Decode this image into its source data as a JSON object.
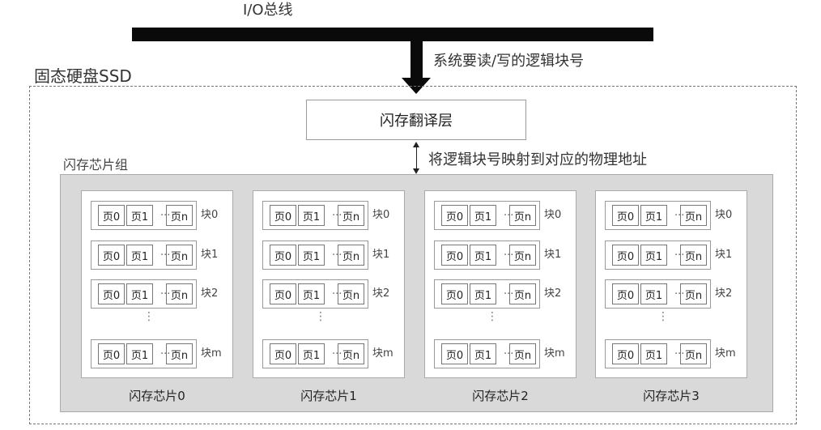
{
  "bus": {
    "label": "I/O总线"
  },
  "request": {
    "label": "系统要读/写的逻辑块号"
  },
  "ssd": {
    "title": "固态硬盘SSD"
  },
  "ftl": {
    "label": "闪存翻译层"
  },
  "mapping": {
    "label": "将逻辑块号映射到对应的物理地址"
  },
  "group": {
    "title": "闪存芯片组"
  },
  "page_labels": {
    "p0": "页0",
    "p1": "页1",
    "ellipsis": "...",
    "pn": "页n"
  },
  "block_labels": [
    "块0",
    "块1",
    "块2",
    "块m"
  ],
  "vertical_ellipsis": "⋮",
  "chips": [
    {
      "label": "闪存芯片0"
    },
    {
      "label": "闪存芯片1"
    },
    {
      "label": "闪存芯片2"
    },
    {
      "label": "闪存芯片3"
    }
  ]
}
